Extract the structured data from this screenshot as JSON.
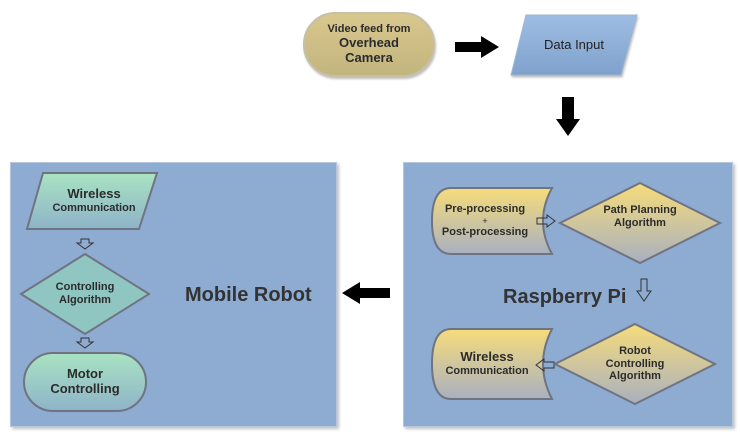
{
  "source_node": {
    "line1": "Video feed from",
    "line2": "Overhead",
    "line3": "Camera"
  },
  "data_input": {
    "label": "Data Input"
  },
  "mobile_robot": {
    "title": "Mobile Robot",
    "wireless": {
      "line1": "Wireless",
      "line2": "Communication"
    },
    "controlling": {
      "line1": "Controlling",
      "line2": "Algorithm"
    },
    "motor": {
      "line1": "Motor",
      "line2": "Controlling"
    }
  },
  "raspberry_pi": {
    "title": "Raspberry Pi",
    "processing": {
      "line1": "Pre-processing",
      "line2": "+",
      "line3": "Post-processing"
    },
    "path_planning": {
      "line1": "Path Planning",
      "line2": "Algorithm"
    },
    "robot_controlling": {
      "line1": "Robot",
      "line2": "Controlling",
      "line3": "Algorithm"
    },
    "wireless": {
      "line1": "Wireless",
      "line2": "Communication"
    }
  },
  "colors": {
    "panel": "#8eabd2",
    "tan_node": "#cdbe86",
    "blue_node": "#8fb0d8",
    "green_node": "#a5dcbf",
    "yellow_node": "#f3d97a"
  }
}
